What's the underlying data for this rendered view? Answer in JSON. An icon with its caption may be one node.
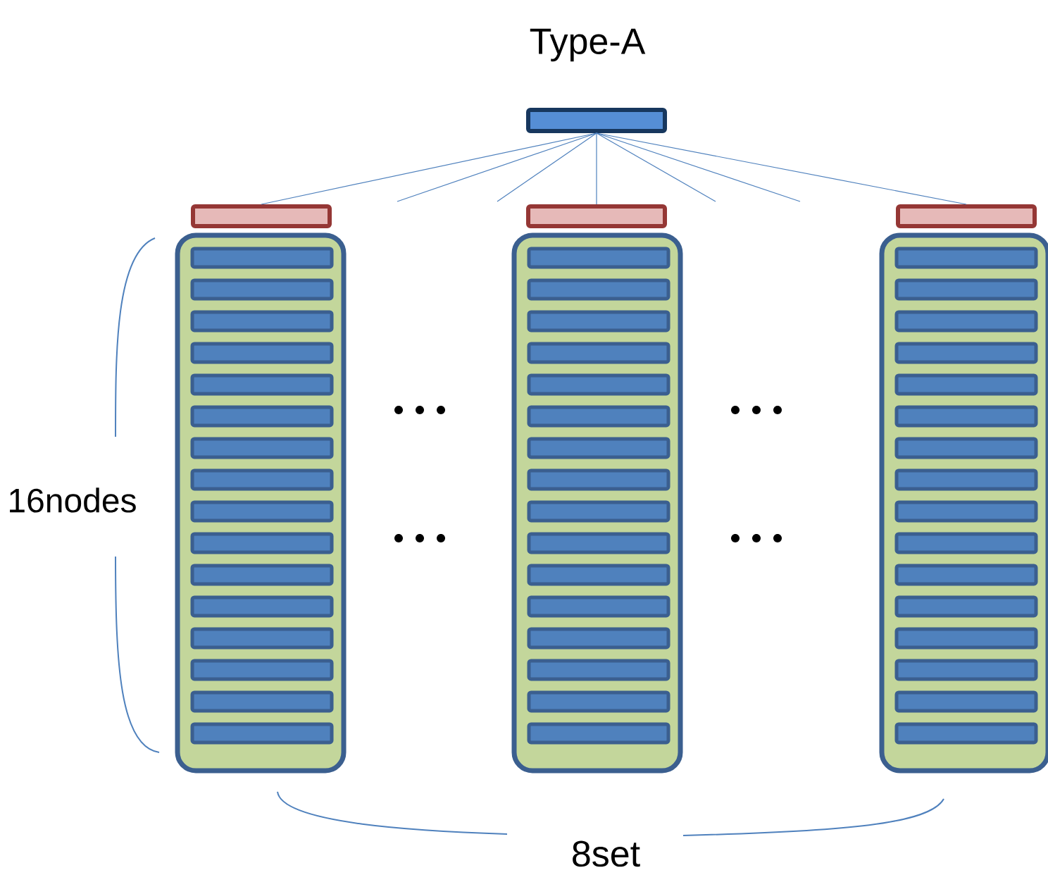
{
  "diagram": {
    "title": "Type-A",
    "nodes": [
      {
        "text": [],
        "shape": "bar"
      },
      {
        "text": [],
        "shape": "bar"
      },
      {
        "text": [],
        "shape": "bar"
      },
      {
        "text": [],
        "shape": "bar"
      },
      {
        "text": [],
        "shape": "box"
      },
      {
        "text": [],
        "shape": "bar",
        "in": 4
      },
      {
        "text": [],
        "shape": "bar",
        "in": 4
      },
      {
        "text": [],
        "shape": "bar",
        "in": 4
      },
      {
        "text": [],
        "shape": "bar",
        "in": 4
      },
      {
        "text": [],
        "shape": "bar",
        "in": 4
      },
      {
        "text": [],
        "shape": "bar",
        "in": 4
      },
      {
        "text": [],
        "shape": "bar",
        "in": 4
      },
      {
        "text": [],
        "shape": "bar",
        "in": 4
      },
      {
        "text": [],
        "shape": "bar",
        "in": 4
      },
      {
        "text": [],
        "shape": "bar",
        "in": 4
      },
      {
        "text": [],
        "shape": "bar",
        "in": 4
      },
      {
        "text": [],
        "shape": "bar",
        "in": 4
      },
      {
        "text": [],
        "shape": "bar",
        "in": 4
      },
      {
        "text": [],
        "shape": "bar",
        "in": 4
      },
      {
        "text": [],
        "shape": "bar",
        "in": 4
      },
      {
        "text": [],
        "shape": "bar",
        "in": 4
      },
      {
        "text": [],
        "shape": "box"
      },
      {
        "text": [],
        "shape": "bar",
        "in": 21
      },
      {
        "text": [],
        "shape": "bar",
        "in": 21
      },
      {
        "text": [],
        "shape": "bar",
        "in": 21
      },
      {
        "text": [],
        "shape": "bar",
        "in": 21
      },
      {
        "text": [],
        "shape": "bar",
        "in": 21
      },
      {
        "text": [],
        "shape": "bar",
        "in": 21
      },
      {
        "text": [],
        "shape": "bar",
        "in": 21
      },
      {
        "text": [],
        "shape": "bar",
        "in": 21
      },
      {
        "text": [],
        "shape": "bar",
        "in": 21
      },
      {
        "text": [],
        "shape": "bar",
        "in": 21
      },
      {
        "text": [],
        "shape": "bar",
        "in": 21
      },
      {
        "text": [],
        "shape": "bar",
        "in": 21
      },
      {
        "text": [],
        "shape": "bar",
        "in": 21
      },
      {
        "text": [],
        "shape": "bar",
        "in": 21
      },
      {
        "text": [],
        "shape": "bar",
        "in": 21
      },
      {
        "text": [],
        "shape": "bar",
        "in": 21
      },
      {
        "text": [],
        "shape": "box"
      },
      {
        "text": [],
        "shape": "bar",
        "in": 38
      },
      {
        "text": [],
        "shape": "bar",
        "in": 38
      },
      {
        "text": [],
        "shape": "bar",
        "in": 38
      },
      {
        "text": [],
        "shape": "bar",
        "in": 38
      },
      {
        "text": [],
        "shape": "bar",
        "in": 38
      },
      {
        "text": [],
        "shape": "bar",
        "in": 38
      },
      {
        "text": [],
        "shape": "bar",
        "in": 38
      },
      {
        "text": [],
        "shape": "bar",
        "in": 38
      },
      {
        "text": [],
        "shape": "bar",
        "in": 38
      },
      {
        "text": [],
        "shape": "bar",
        "in": 38
      },
      {
        "text": [],
        "shape": "bar",
        "in": 38
      },
      {
        "text": [],
        "shape": "bar",
        "in": 38
      },
      {
        "text": [],
        "shape": "bar",
        "in": 38
      },
      {
        "text": [],
        "shape": "bar",
        "in": 38
      },
      {
        "text": [],
        "shape": "bar",
        "in": 38
      },
      {
        "text": [],
        "shape": "bar",
        "in": 38
      }
    ],
    "edges": [
      {
        "from": 0,
        "to": 1,
        "arrow": "none"
      },
      {
        "from": 0,
        "to": null,
        "arrow": "none"
      },
      {
        "from": 0,
        "to": null,
        "arrow": "none"
      },
      {
        "from": 0,
        "to": 2,
        "arrow": "none"
      },
      {
        "from": 0,
        "to": null,
        "arrow": "none"
      },
      {
        "from": 0,
        "to": null,
        "arrow": "none"
      },
      {
        "from": 0,
        "to": 3,
        "arrow": "none"
      }
    ],
    "labels": [
      "16nodes",
      "8set"
    ]
  }
}
